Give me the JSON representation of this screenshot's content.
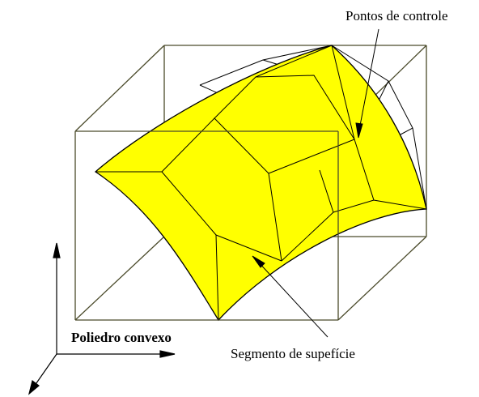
{
  "labels": {
    "control_points": "Pontos de controle",
    "convex_hull": "Poliedro convexo",
    "surface_segment": "Segmento de supefície"
  },
  "colors": {
    "surface_fill": "#ffff00",
    "surface_edge": "#000000",
    "box_edge": "#4a4a2a",
    "control_net": "#000000",
    "background": "#ffffff"
  }
}
